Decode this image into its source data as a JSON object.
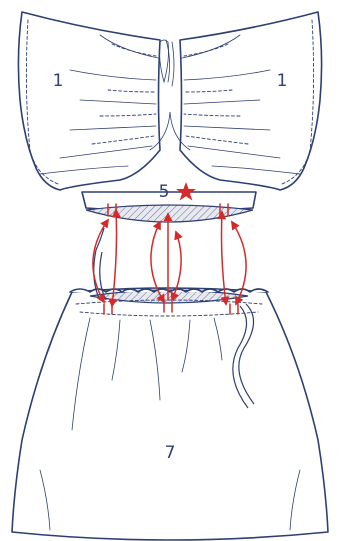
{
  "labels": {
    "bodice_left": "1",
    "bodice_right": "1",
    "waistband": "5",
    "skirt": "7"
  },
  "colors": {
    "outline": "#2e3f72",
    "arrow": "#d42a2a",
    "star": "#d42a2a",
    "hatch": "#2e3f72"
  },
  "icons": {
    "star": "star-icon"
  }
}
